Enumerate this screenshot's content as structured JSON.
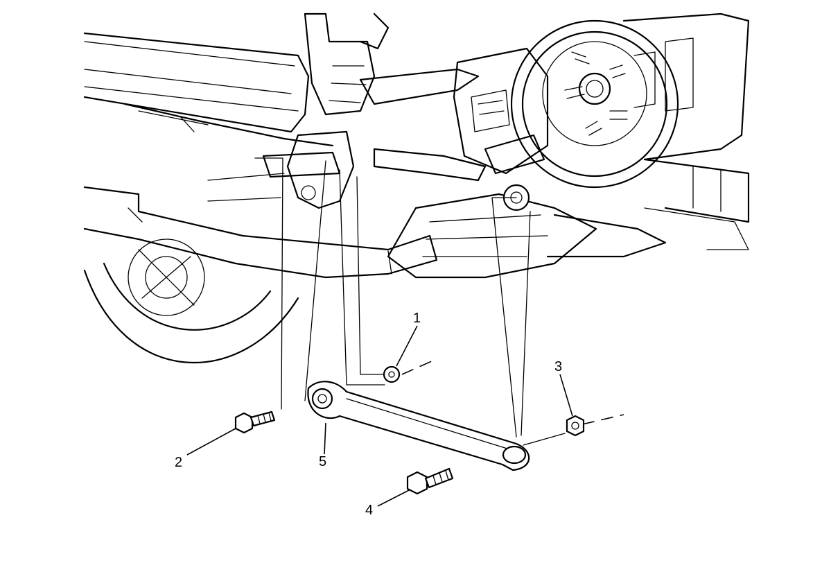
{
  "callouts": [
    {
      "id": "1",
      "text": "1"
    },
    {
      "id": "2",
      "text": "2"
    },
    {
      "id": "3",
      "text": "3"
    },
    {
      "id": "4",
      "text": "4"
    },
    {
      "id": "5",
      "text": "5"
    }
  ],
  "colors": {
    "line": "#000000",
    "background": "#ffffff"
  }
}
